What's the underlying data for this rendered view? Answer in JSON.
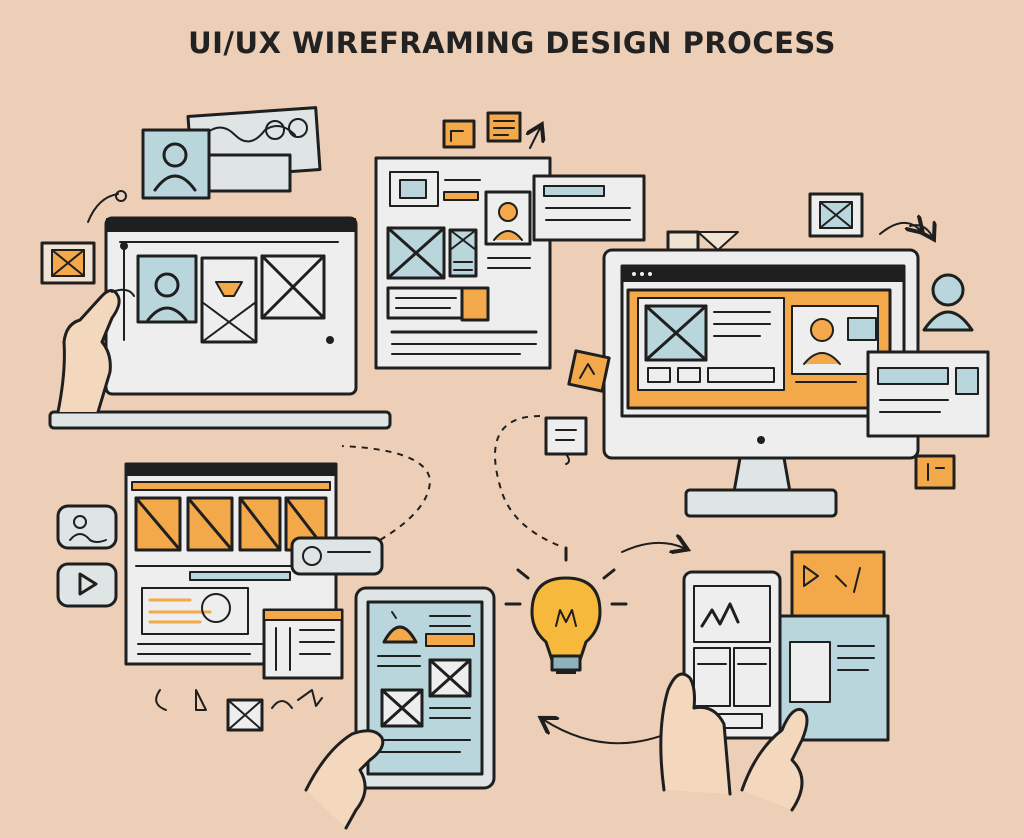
{
  "header": {
    "title": "UI/UX WIREFRAMING DESIGN PROCESS"
  },
  "palette": {
    "background": "#eccfb6",
    "ink": "#1f1f1f",
    "paper": "#eeeeee",
    "accent_blue": "#b9d6dd",
    "accent_orange": "#f3a84a",
    "bulb_yellow": "#f6b93b",
    "skin": "#f3d8bd"
  },
  "scenes": [
    {
      "name": "laptop-wireframe-sketch",
      "icons": [
        "laptop-icon",
        "hand-icon",
        "user-avatar-icon",
        "image-placeholder-icon"
      ]
    },
    {
      "name": "paper-wireframe-document",
      "icons": [
        "document-icon",
        "user-avatar-icon",
        "image-placeholder-icon"
      ]
    },
    {
      "name": "desktop-monitor-mockup",
      "icons": [
        "monitor-icon",
        "user-avatar-icon",
        "chat-bubble-icon"
      ]
    },
    {
      "name": "browser-grid-layout",
      "icons": [
        "browser-window-icon",
        "chat-bubble-icon",
        "play-icon"
      ]
    },
    {
      "name": "idea-lightbulb",
      "icons": [
        "lightbulb-icon"
      ]
    },
    {
      "name": "tablet-wireframe",
      "icons": [
        "tablet-icon",
        "hand-icon",
        "home-icon"
      ]
    },
    {
      "name": "phone-prototype-testing",
      "icons": [
        "phone-icon",
        "hand-icon",
        "play-icon"
      ]
    }
  ]
}
